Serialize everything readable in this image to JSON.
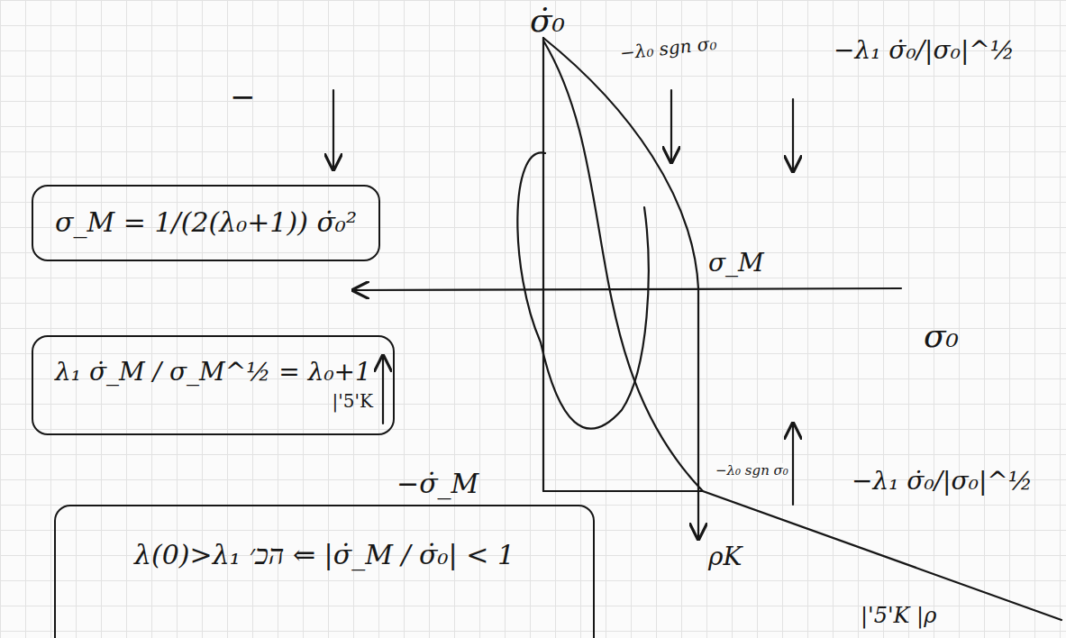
{
  "diagram": {
    "nodes": [
      {
        "text": [
          "σ_M = 1/(2(λ₀+1)) σ̇₀²"
        ]
      },
      {
        "text": [
          "λ₁ σ̇_M / σ_M^½ = λ₀+1",
          "|'5'K"
        ]
      },
      {
        "text": [
          "λ(0)>λ₁ הכ׳ ⇐ |σ̇_M / σ̇₀| < 1"
        ]
      }
    ],
    "labels": [
      "σ̇₀",
      "−",
      "−λ₀ sgn σ₀",
      "−λ₁ σ̇₀/|σ₀|^½",
      "σ_M",
      "σ₀",
      "−σ̇_M",
      "−λ₀ sgn σ₀",
      "−λ₁ σ̇₀/|σ₀|^½",
      "ρK",
      "|'5'K |ρ"
    ]
  }
}
